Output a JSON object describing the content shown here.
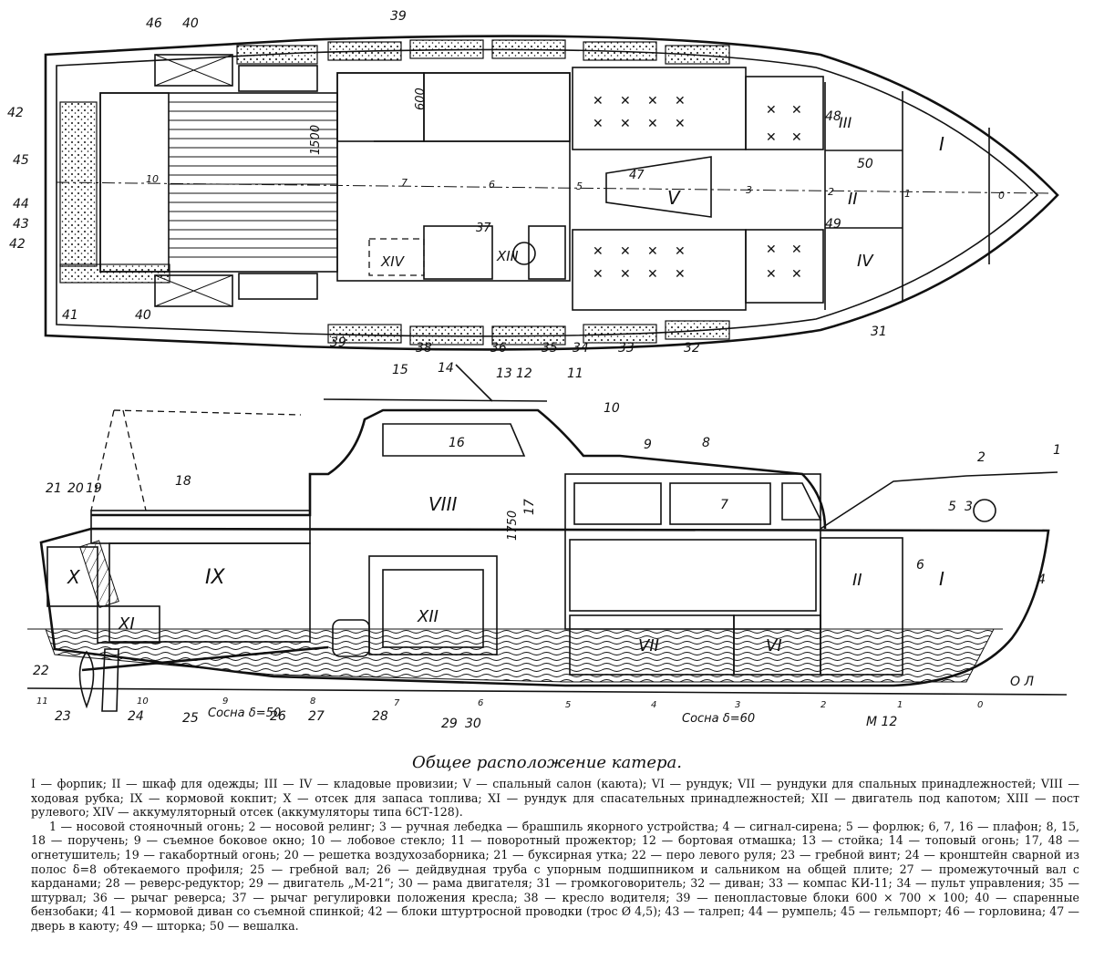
{
  "caption": "Общее расположение катера.",
  "legend": {
    "compartments": "I — форпик; II — шкаф для одежды; III — IV — кладовые провизии; V — спальный салон (каюта); VI — рундук; VII — рундуки для спальных принадлежностей; VIII — ходовая рубка; IX — кормовой кокпит; X — отсек для запаса топлива; XI — рундук для спасательных принадлежностей; XII — двигатель под капотом; XIII — пост рулевого; XIV — аккумуляторный отсек (аккумуляторы типа 6СТ-128).",
    "parts": "1 — носовой стояночный огонь; 2 — носовой релинг; 3 — ручная лебедка — брашпиль якорного устройства; 4 — сигнал-сирена; 5 — форлюк; 6, 7, 16 — плафон; 8, 15, 18 — поручень; 9 — съемное боковое окно; 10 — лобовое стекло; 11 — поворотный прожектор; 12 — бортовая отмашка; 13 — стойка; 14 — топовый огонь; 17, 48 — огнетушитель; 19 — гакабортный огонь; 20 — решетка воздухозаборника; 21 — буксирная утка; 22 — перо левого руля; 23 — гребной винт; 24 — кронштейн сварной из полос δ=8 обтекаемого профиля; 25 — гребной вал; 26 — дейдвудная труба с упорным подшипником и сальником на общей плите; 27 — промежуточный вал с карданами; 28 — реверс-редуктор; 29 — двигатель „М-21“; 30 — рама двигателя; 31 — громкоговоритель; 32 — диван; 33 — компас КИ-11; 34 — пульт управления; 35 — штурвал; 36 — рычаг реверса; 37 — рычаг регулировки положения кресла; 38 — кресло водителя; 39 — пенопластовые блоки 600 × 700 × 100; 40 — спаренные бензобаки; 41 — кормовой диван со съемной спинкой; 42 — блоки штуртросной проводки (трос Ø 4,5); 43 — талреп; 44 — румпель; 45 — гельмпорт; 46 — горловина; 47 — дверь в каюту; 49 — шторка; 50 — вешалка."
  },
  "plan_labels": {
    "n39a": "39",
    "n46": "46",
    "n40a": "40",
    "n42a": "42",
    "n45": "45",
    "n44": "44",
    "n43": "43",
    "n42b": "42",
    "n41": "41",
    "n40b": "40",
    "n39b": "39",
    "n38": "38",
    "n36": "36",
    "n35": "35",
    "n34": "34",
    "n33": "33",
    "n32": "32",
    "n31": "31",
    "n48": "48",
    "n50": "50",
    "n49": "49",
    "n47": "47",
    "n37": "37",
    "dim600": "600",
    "dim1500": "1500",
    "rI": "I",
    "rII": "II",
    "rIII": "III",
    "rIV": "IV",
    "rV": "V",
    "rXIII": "XIII",
    "rXIV": "XIV",
    "s10": "10",
    "s7": "7",
    "s6": "6",
    "s5": "5",
    "s3": "3",
    "s2": "2",
    "s1": "1",
    "s0": "0"
  },
  "profile_labels": {
    "n1": "1",
    "n2": "2",
    "n3": "3",
    "n4": "4",
    "n5": "5",
    "n6": "6",
    "n7": "7",
    "n8": "8",
    "n9": "9",
    "n10": "10",
    "n11": "11",
    "n12": "12",
    "n13": "13",
    "n14": "14",
    "n15": "15",
    "n16": "16",
    "n17": "17",
    "n18": "18",
    "n19": "19",
    "n20": "20",
    "n21": "21",
    "n22": "22",
    "n23": "23",
    "n24": "24",
    "n25": "25",
    "n26": "26",
    "n27": "27",
    "n28": "28",
    "n29": "29",
    "n30": "30",
    "rVIII": "VIII",
    "rIX": "IX",
    "rX": "X",
    "rXI": "XI",
    "rXII": "XII",
    "rVII": "VII",
    "rVI": "VI",
    "rII": "II",
    "rI": "I",
    "dim1750": "1750",
    "sosna50": "Сосна δ=50",
    "sosna60": "Сосна δ=60",
    "m12": "M 12",
    "ol": "О Л",
    "s11": "11",
    "s10": "10",
    "s9": "9",
    "s8": "8",
    "s7": "7",
    "s6": "6",
    "s5": "5",
    "s4": "4",
    "s3": "3",
    "s2": "2",
    "s1": "1",
    "s0": "0"
  }
}
